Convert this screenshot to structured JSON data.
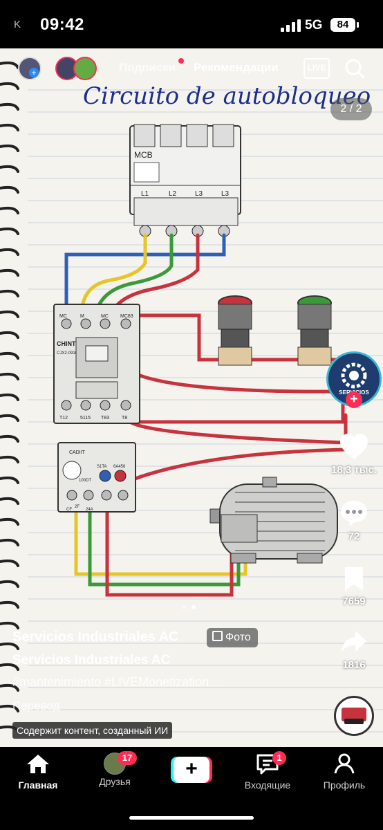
{
  "status": {
    "carrier": "K",
    "time": "09:42",
    "network": "5G",
    "battery": "84"
  },
  "nav": {
    "tab_following": "Подписки",
    "tab_foryou": "Рекомендации",
    "live_label": "LIVE"
  },
  "photo": {
    "counter": "2 / 2",
    "handwritten_title": "Circuito de autobloqueo",
    "mcb_label": "MCB",
    "mcb_poles": [
      "L1",
      "L2",
      "L3",
      "L3"
    ],
    "contactor_brand": "CHINT",
    "contactor_model": "CJX2-0910",
    "contactor_top_terminals": [
      "MC",
      "M",
      "MC",
      "MC83"
    ],
    "contactor_bottom_terminals": [
      "T12",
      "5115",
      "T83",
      "T8"
    ],
    "relay_brand": "CADIIT",
    "relay_labels": [
      "S1TA",
      "6A456",
      "100DT",
      "CF",
      "2F",
      "24A"
    ]
  },
  "side": {
    "likes": "18,3 тыс.",
    "comments": "72",
    "saves": "7659",
    "shares": "1816",
    "avatar_text": "SERVICIOS"
  },
  "caption": {
    "username": "Servicios Industriales AC",
    "badge": "Фото",
    "display_name": "Servicios Industriales AC",
    "hashtags": "#mantenimiento #LIVEMonetization....",
    "translate": "Перевод",
    "ai_label": "Содержит контент, созданный ИИ"
  },
  "bottom": {
    "home": "Главная",
    "friends": "Друзья",
    "friends_badge": "17",
    "inbox": "Входящие",
    "inbox_badge": "1",
    "profile": "Профиль"
  },
  "colors": {
    "accent": "#fe2c55",
    "wire_red": "#c8323c",
    "wire_green": "#3a9a3a",
    "wire_yellow": "#e6c52a",
    "wire_blue": "#2f5fb8"
  }
}
